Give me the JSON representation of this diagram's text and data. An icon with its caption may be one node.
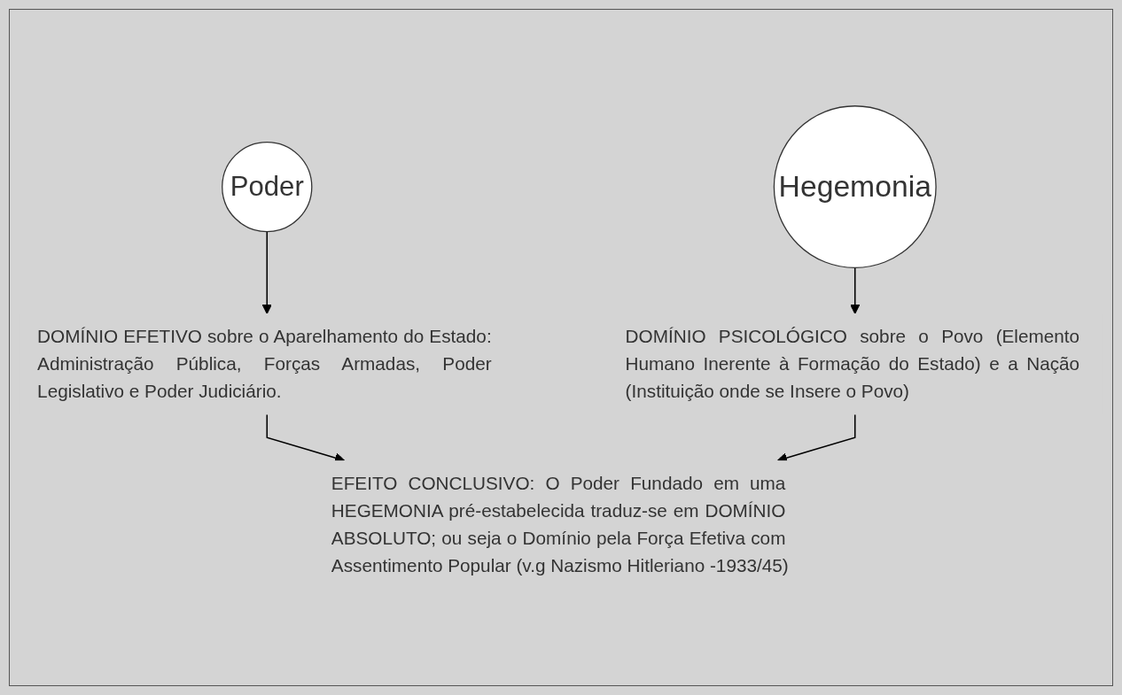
{
  "diagram": {
    "nodes": [
      {
        "text": [
          "Poder"
        ]
      },
      {
        "text": [
          "Hegemonia"
        ]
      },
      {
        "text": [
          "DOMÍNIO EFETIVO sobre o Aparelhamento do Estado: Administração Pública, Forças Armadas, Poder Legislativo e Poder Judiciário."
        ]
      },
      {
        "text": [
          "DOMÍNIO PSICOLÓGICO sobre o Povo (Elemento Humano Inerente à Formação do Estado) e a Nação (Instituição onde se Insere o Povo)"
        ]
      },
      {
        "text": [
          "EFEITO CONCLUSIVO: O Poder Fundado em uma HEGEMONIA pré-estabelecida traduz-se em DOMÍNIO ABSOLUTO; ou seja o Domínio pela Força Efetiva com Assentimento Popular (v.g Nazismo Hitleriano -1933/45)"
        ]
      }
    ],
    "edges": [
      {
        "from": 0,
        "to": 2,
        "arrow": "to"
      },
      {
        "from": 1,
        "to": 3,
        "arrow": "to"
      },
      {
        "from": 2,
        "to": 4,
        "arrow": "to"
      },
      {
        "from": 3,
        "to": 4,
        "arrow": "to"
      }
    ]
  }
}
